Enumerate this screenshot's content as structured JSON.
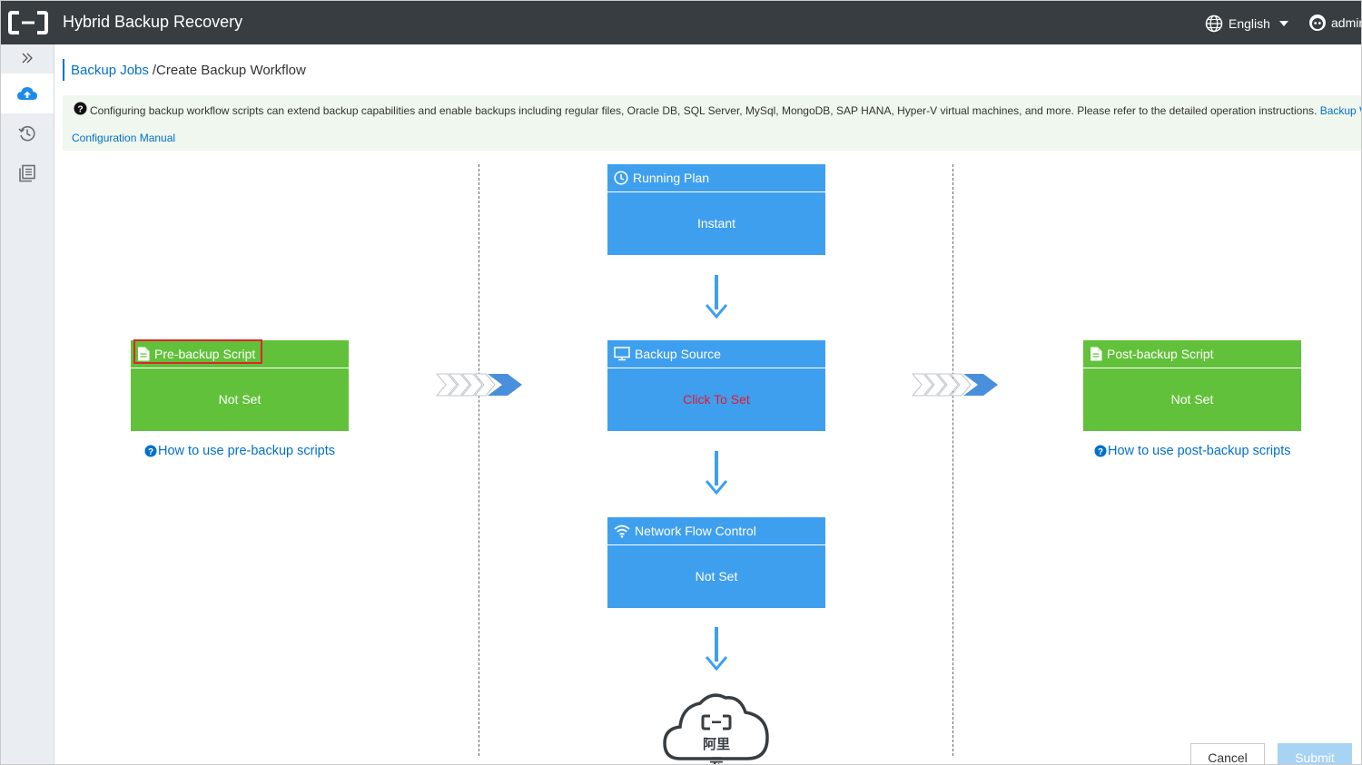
{
  "header": {
    "app_title": "Hybrid Backup Recovery",
    "language": "English",
    "user": "admin"
  },
  "sidebar": {
    "items": [
      {
        "name": "expand-sidebar",
        "icon": "double-chevron-right-icon"
      },
      {
        "name": "backup",
        "icon": "cloud-upload-icon",
        "active": true
      },
      {
        "name": "history",
        "icon": "history-icon"
      },
      {
        "name": "list",
        "icon": "list-icon"
      }
    ]
  },
  "breadcrumb": {
    "parent": "Backup Jobs",
    "current": "/Create Backup Workflow"
  },
  "notice": {
    "text": "Configuring backup workflow scripts can extend backup capabilities and enable backups including regular files, Oracle DB, SQL Server, MySql, MongoDB, SAP HANA, Hyper-V virtual machines, and more. Please refer to the detailed operation instructions.",
    "link_part1": "Backup Workflow",
    "link_part2": "Configuration Manual"
  },
  "workflow": {
    "running_plan": {
      "title": "Running Plan",
      "value": "Instant"
    },
    "backup_source": {
      "title": "Backup Source",
      "value": "Click To Set"
    },
    "network_flow": {
      "title": "Network Flow Control",
      "value": "Not Set"
    },
    "pre_backup": {
      "title": "Pre-backup Script",
      "value": "Not Set",
      "help": "How to use pre-backup scripts"
    },
    "post_backup": {
      "title": "Post-backup Script",
      "value": "Not Set",
      "help": "How to use post-backup scripts"
    },
    "destination_logo_text": "阿里云"
  },
  "buttons": {
    "cancel": "Cancel",
    "submit": "Submit"
  },
  "colors": {
    "topbar": "#373d41",
    "card_blue": "#3f9fef",
    "card_green": "#62c13a",
    "link": "#0070cc",
    "highlight": "#e0242b"
  }
}
